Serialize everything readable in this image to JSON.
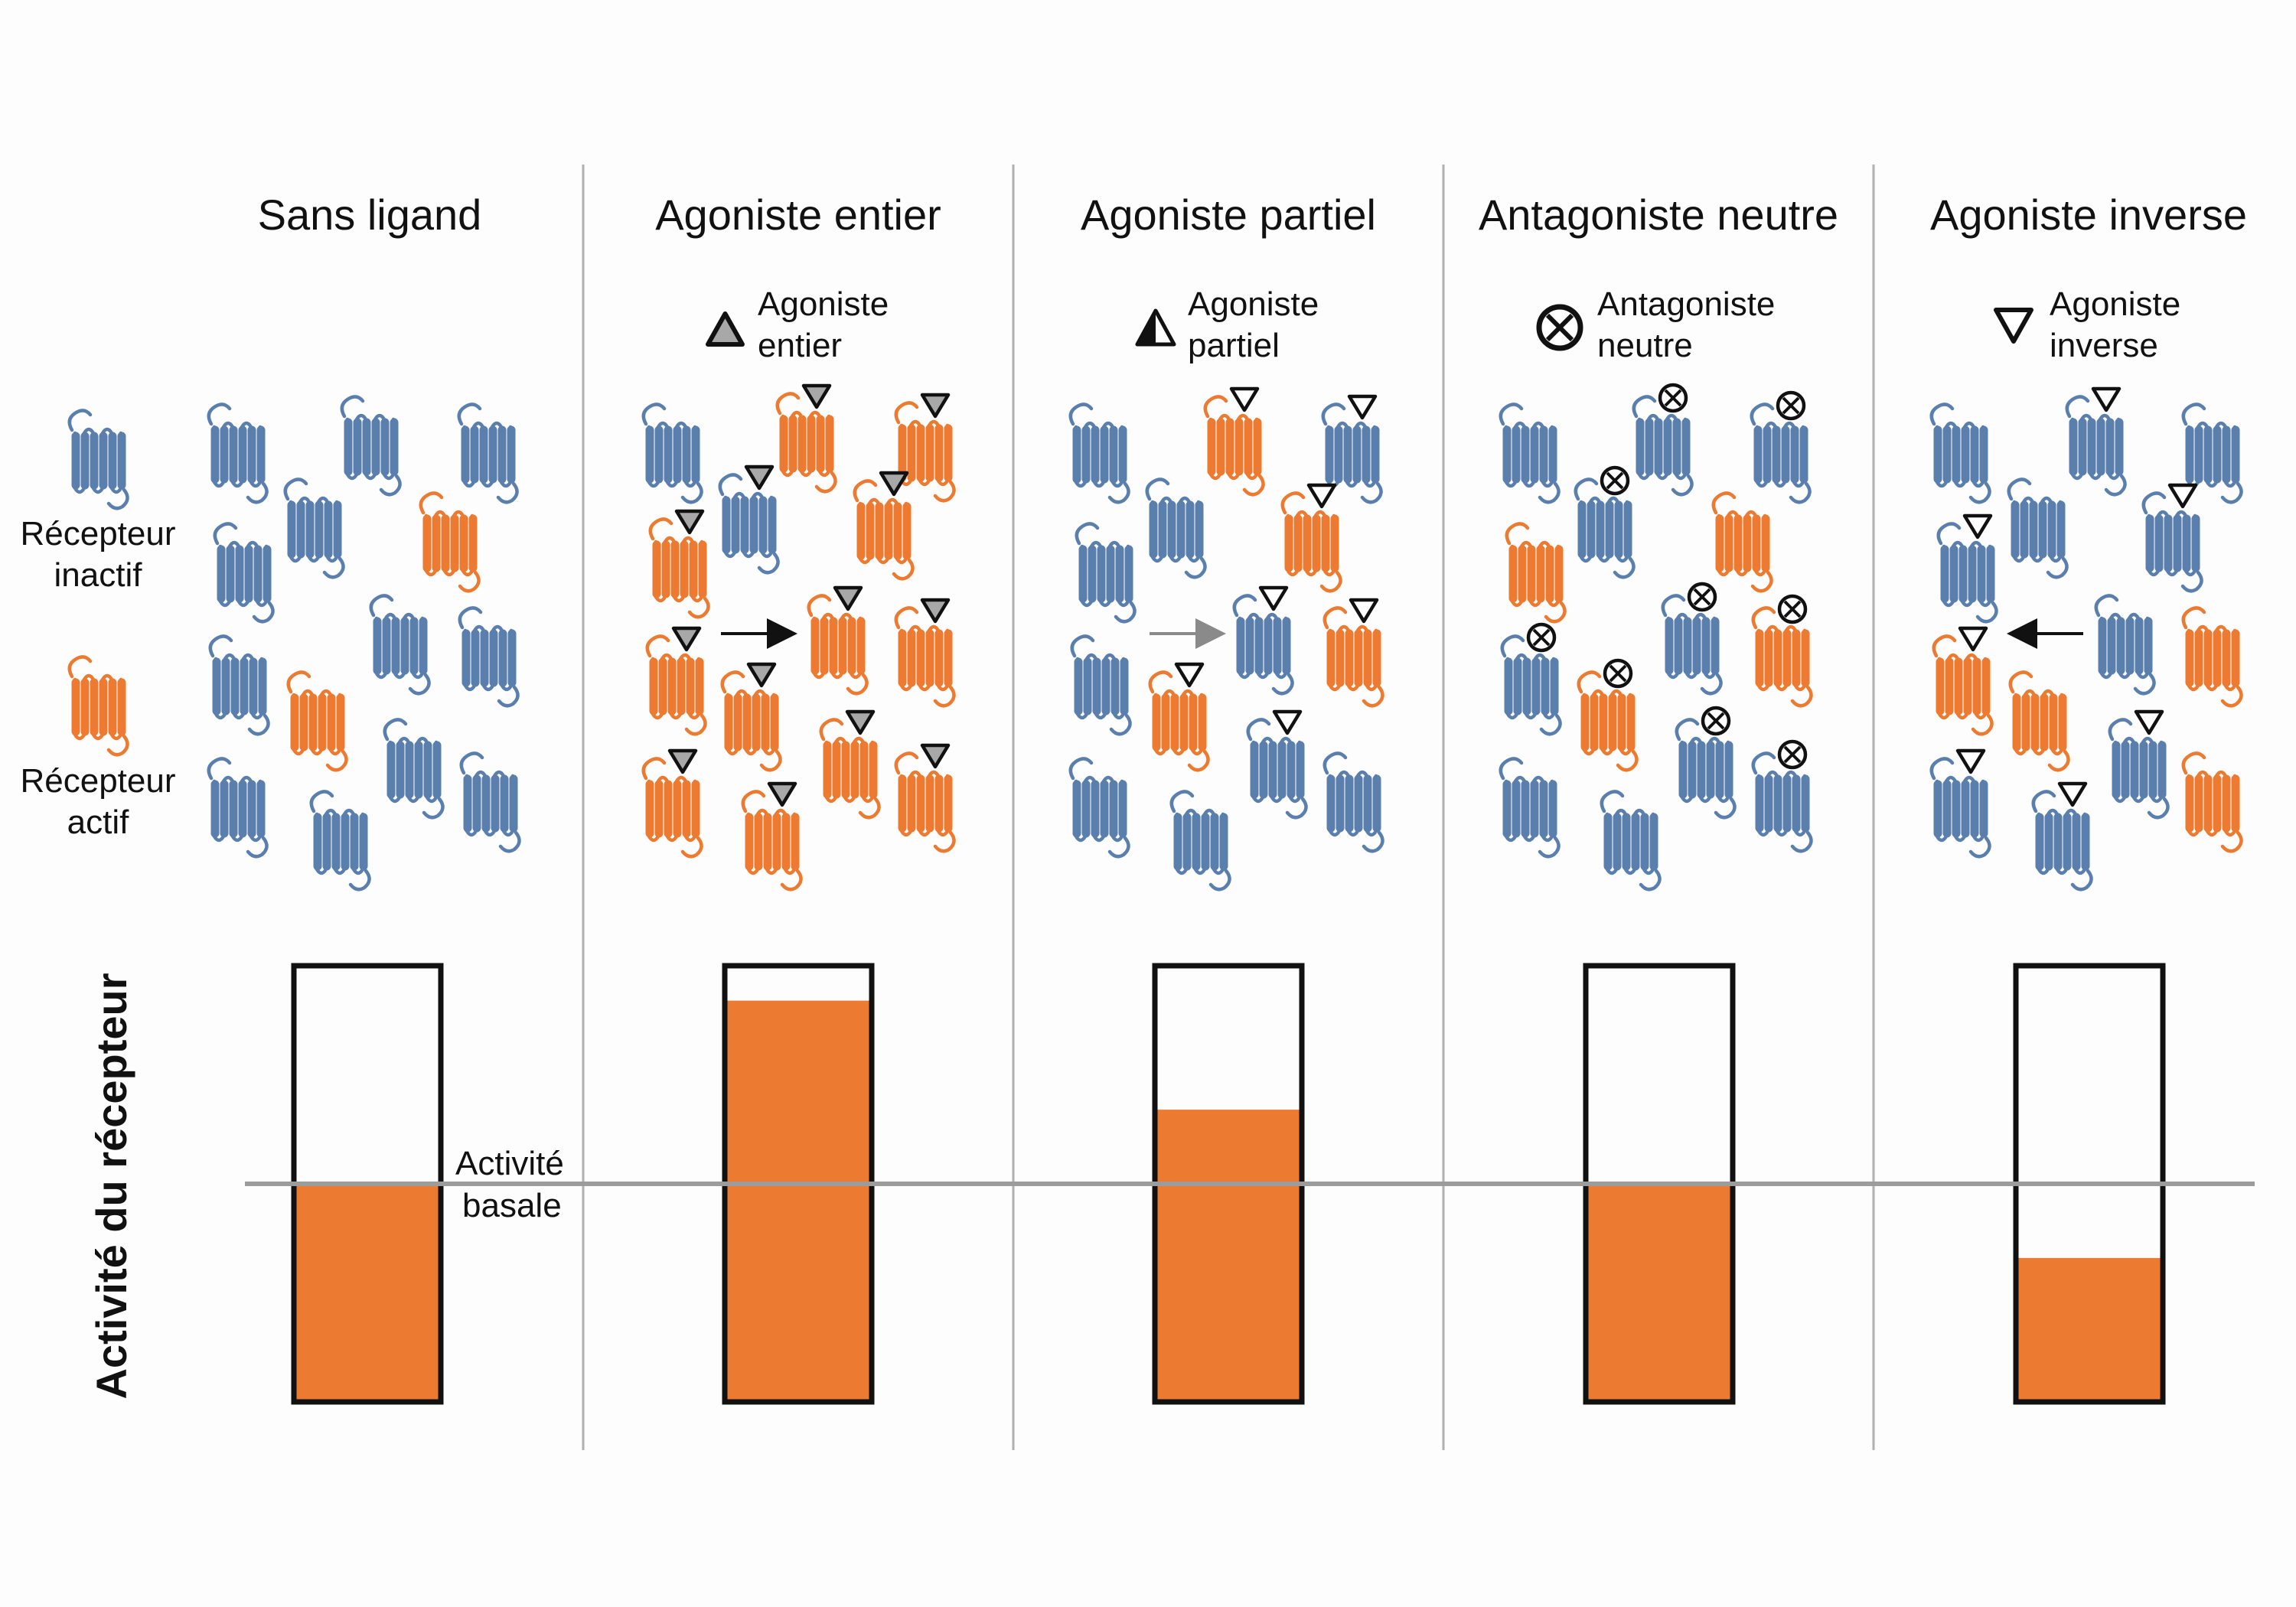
{
  "colors": {
    "inactive": "#5a7fad",
    "active": "#ec7a30",
    "divider": "#a8a8a8",
    "basal_line": "#9c9c9c",
    "bar_outline": "#111111"
  },
  "legend": {
    "inactive_label_line1": "Récepteur",
    "inactive_label_line2": "inactif",
    "active_label_line1": "Récepteur",
    "active_label_line2": "actif"
  },
  "panels": [
    {
      "title": "Sans ligand",
      "ligand_name_line1": "",
      "ligand_name_line2": "",
      "ligand_icon": "none",
      "arrow": "none",
      "activity_fraction": 0.5
    },
    {
      "title": "Agoniste entier",
      "ligand_name_line1": "Agoniste",
      "ligand_name_line2": "entier",
      "ligand_icon": "grey-triangle-icon",
      "arrow": "right-black",
      "activity_fraction": 0.92
    },
    {
      "title": "Agoniste partiel",
      "ligand_name_line1": "Agoniste",
      "ligand_name_line2": "partiel",
      "ligand_icon": "half-triangle-icon",
      "arrow": "right-grey",
      "activity_fraction": 0.67
    },
    {
      "title": "Antagoniste neutre",
      "ligand_name_line1": "Antagoniste",
      "ligand_name_line2": "neutre",
      "ligand_icon": "circle-cross-icon",
      "arrow": "none",
      "activity_fraction": 0.5
    },
    {
      "title": "Agoniste inverse",
      "ligand_name_line1": "Agoniste",
      "ligand_name_line2": "inverse",
      "ligand_icon": "open-triangle-icon",
      "arrow": "left-black",
      "activity_fraction": 0.33
    }
  ],
  "basal": {
    "label_line1": "Activité",
    "label_line2": "basale",
    "activity_fraction": 0.5
  },
  "y_axis_label": "Activité du récepteur"
}
